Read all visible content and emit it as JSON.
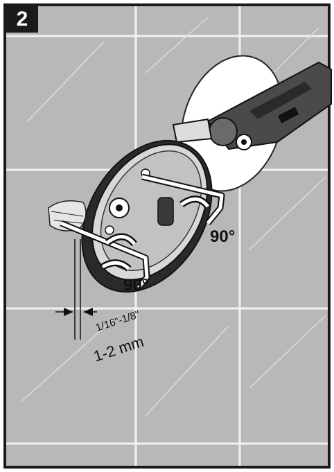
{
  "step": {
    "number": "2"
  },
  "annotations": {
    "angle_upper": "90°",
    "angle_lower": "90°",
    "gap_imperial": "1/16\"-1/8\"",
    "gap_metric": "1-2 mm"
  },
  "colors": {
    "frame": "#1a1a1a",
    "tile_bg": "#b8b8b8",
    "grout": "#f2f2f2",
    "tool_body": "#4a4a4a",
    "rim_dark": "#222222",
    "plate": "#ffffff"
  }
}
